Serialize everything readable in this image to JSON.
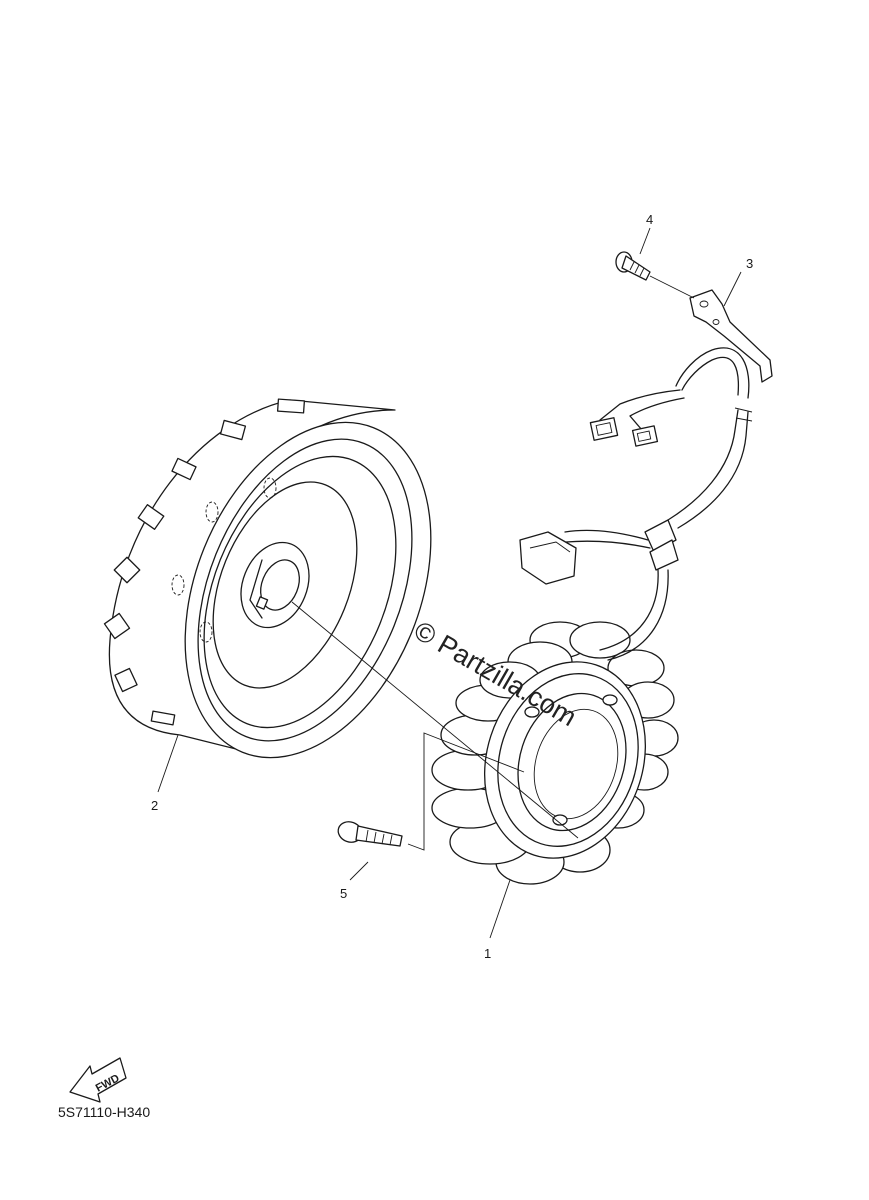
{
  "diagram": {
    "part_number": "5S71110-H340",
    "watermark": "© Partzilla.com",
    "fwd_label": "FWD",
    "callouts": [
      {
        "id": "1",
        "label": "1",
        "part": "stator-coil"
      },
      {
        "id": "2",
        "label": "2",
        "part": "rotor-flywheel"
      },
      {
        "id": "3",
        "label": "3",
        "part": "wire-clamp-bracket"
      },
      {
        "id": "4",
        "label": "4",
        "part": "bracket-bolt"
      },
      {
        "id": "5",
        "label": "5",
        "part": "stator-bolt"
      }
    ]
  }
}
